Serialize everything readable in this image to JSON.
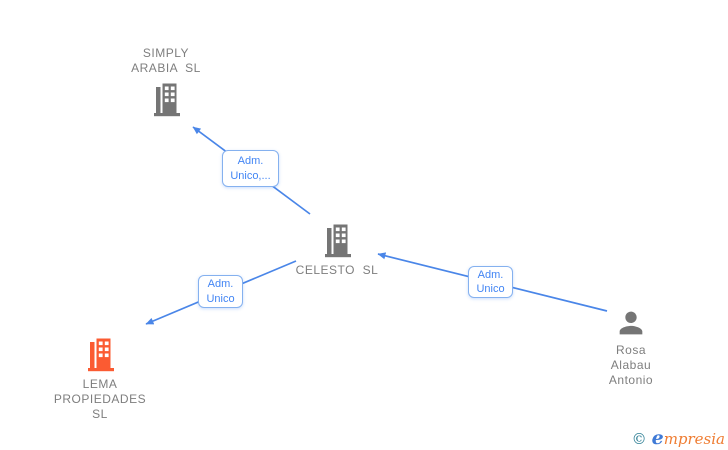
{
  "diagram": {
    "nodes": {
      "simply_arabia": {
        "name": "SIMPLY\nARABIA  SL",
        "entity_type": "company"
      },
      "celesto": {
        "name": "CELESTO  SL",
        "entity_type": "company"
      },
      "lema_propiedades": {
        "name": "LEMA\nPROPIEDADES\nSL",
        "entity_type": "company",
        "highlighted": true
      },
      "rosa_alabau": {
        "name": "Rosa\nAlabau\nAntonio",
        "entity_type": "person"
      }
    },
    "edges": [
      {
        "from": "CELESTO SL",
        "to": "SIMPLY ARABIA SL",
        "label": "Adm.\nUnico,..."
      },
      {
        "from": "CELESTO SL",
        "to": "LEMA PROPIEDADES SL",
        "label": "Adm.\nUnico"
      },
      {
        "from": "Rosa Alabau Antonio",
        "to": "CELESTO SL",
        "label": "Adm.\nUnico"
      }
    ]
  },
  "watermark": {
    "copyright_symbol": "©",
    "brand_initial": "e",
    "brand_rest": "mpresia"
  },
  "colors": {
    "arrow_blue": "#4a86e8",
    "box_border": "#85b1ef",
    "box_text": "#4285f4",
    "company_gray": "#757575",
    "label_gray": "#7e7e7e",
    "lema_orange": "#fb5b32",
    "wm_teal": "#2e7f95",
    "wm_blue": "#3f7ad6",
    "wm_orange": "#ef7d33",
    "canvas_bg": "#ffffff"
  }
}
